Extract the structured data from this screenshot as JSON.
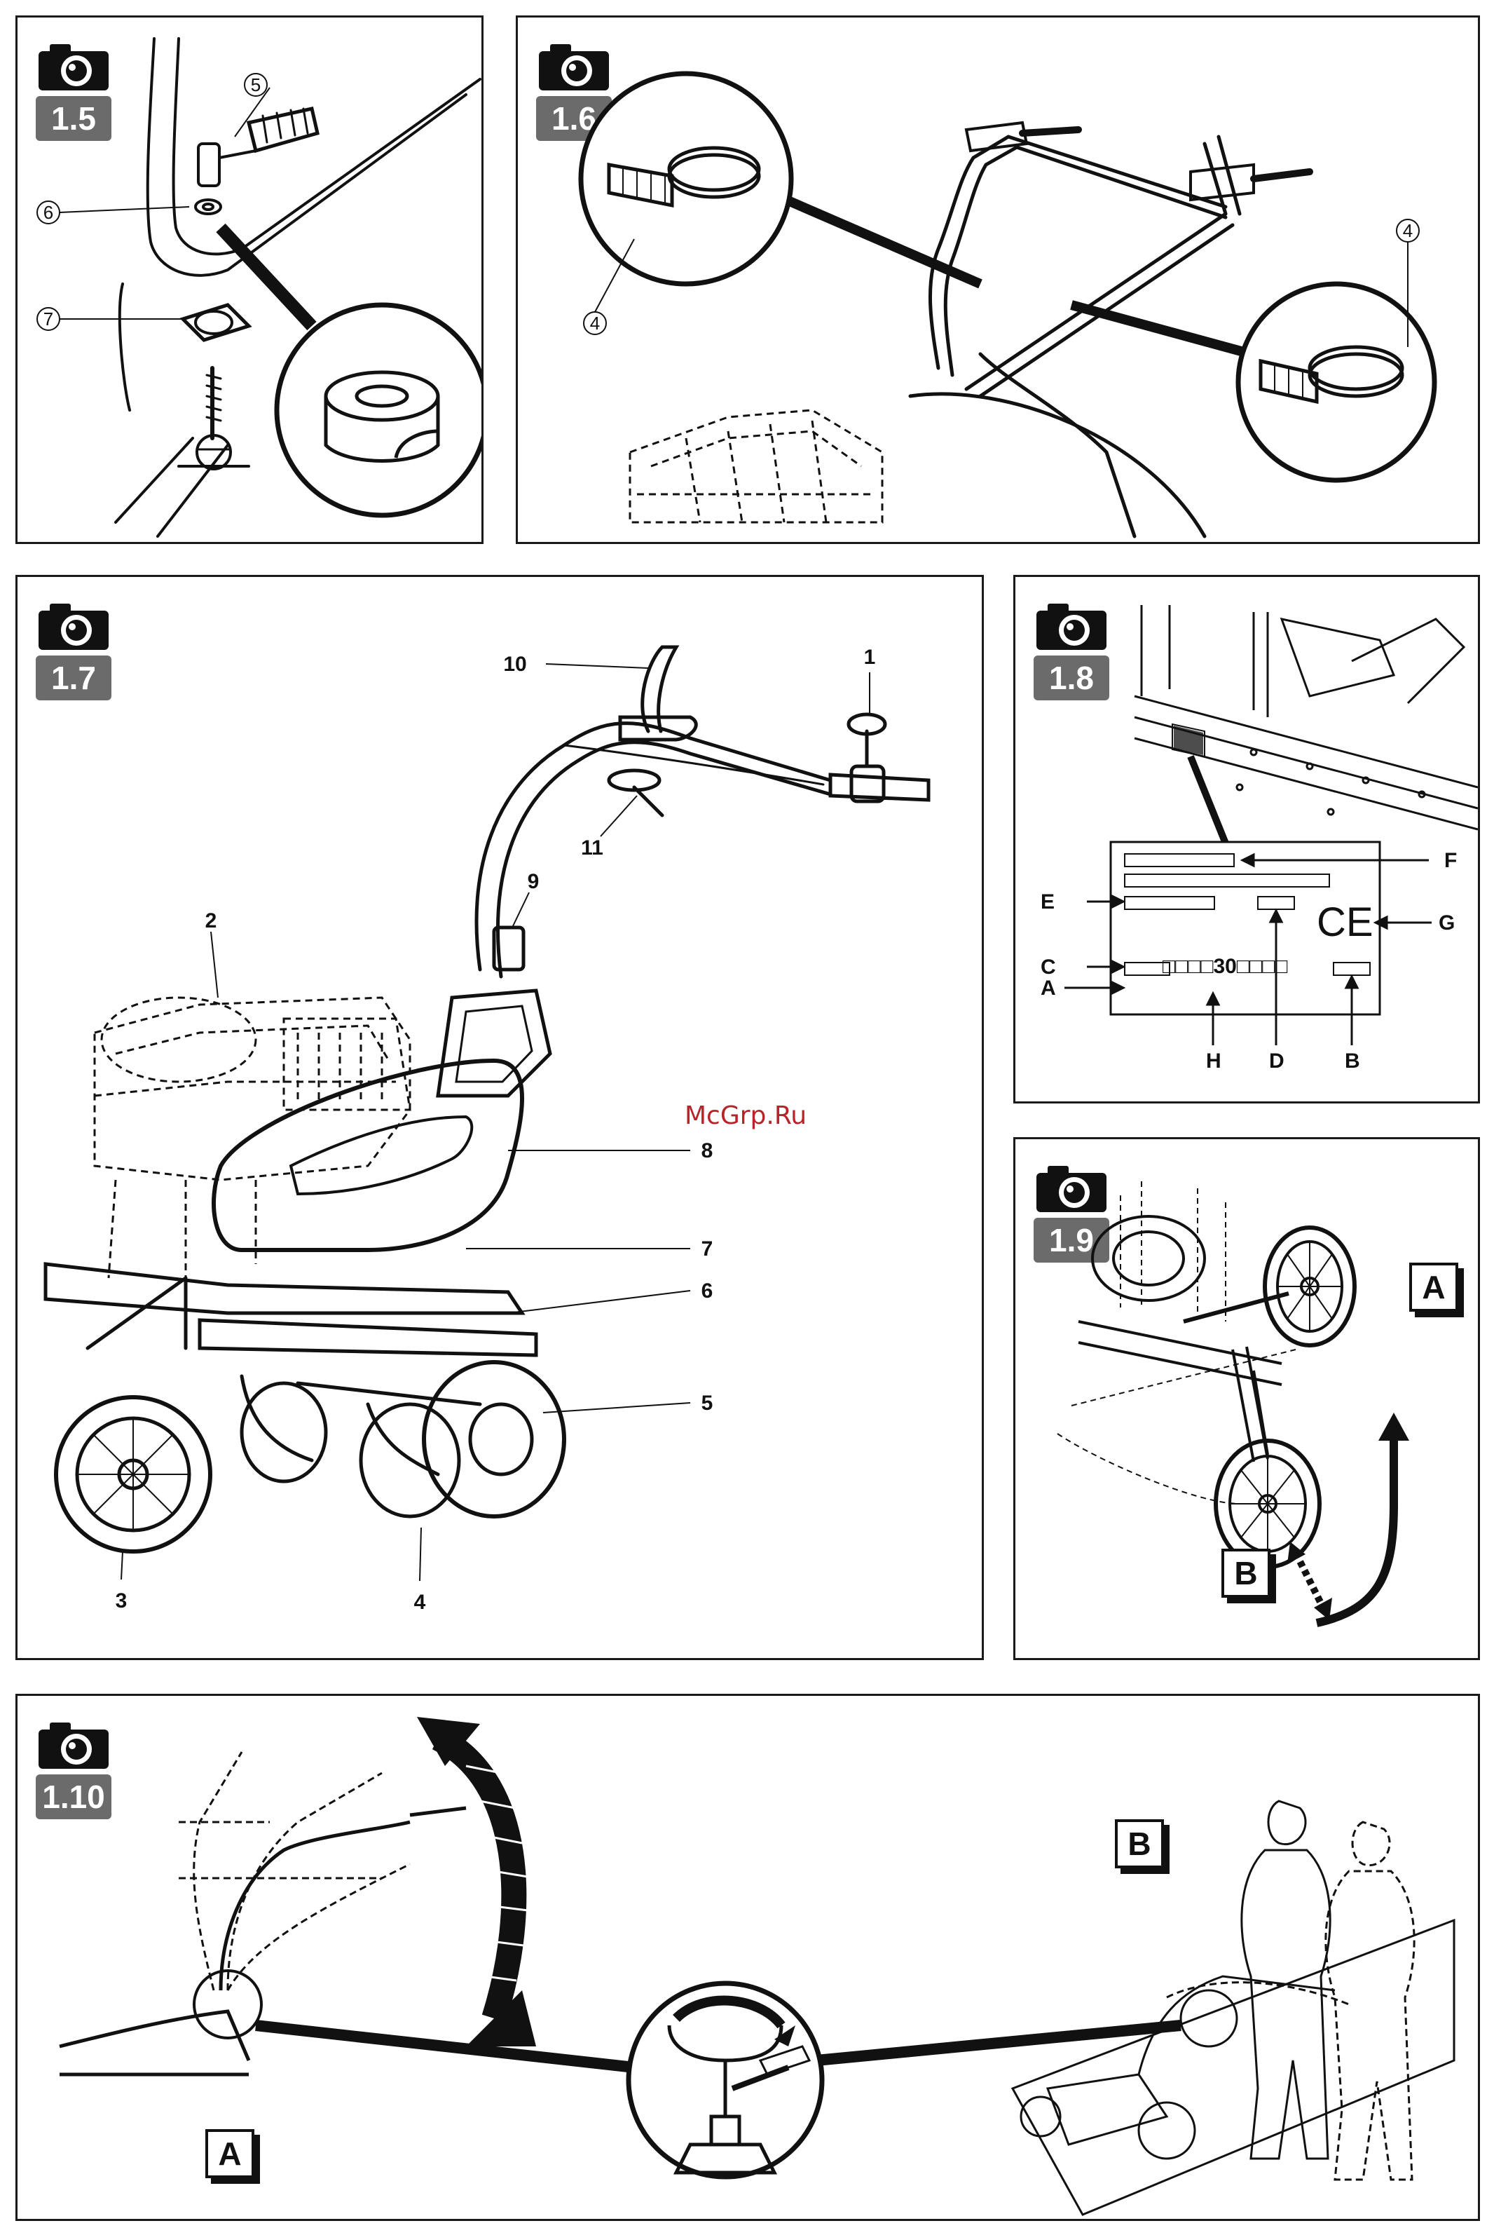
{
  "watermark": "McGrp.Ru",
  "panels": {
    "p15": {
      "badge": "1.5",
      "callouts": [
        "5",
        "6",
        "7"
      ]
    },
    "p16": {
      "badge": "1.6",
      "callouts": [
        "4",
        "4"
      ]
    },
    "p17": {
      "badge": "1.7",
      "callouts": [
        "10",
        "1",
        "11",
        "9",
        "2",
        "8",
        "7",
        "6",
        "5",
        "3",
        "4"
      ]
    },
    "p18": {
      "badge": "1.8",
      "letters": [
        "F",
        "E",
        "G",
        "C",
        "A",
        "H",
        "D",
        "B"
      ],
      "plate_code": "□□□□30□□□□",
      "ce_mark": "CE"
    },
    "p19": {
      "badge": "1.9",
      "box_a": "A",
      "box_b": "B"
    },
    "p110": {
      "badge": "1.10",
      "box_a": "A",
      "box_b": "B"
    }
  }
}
